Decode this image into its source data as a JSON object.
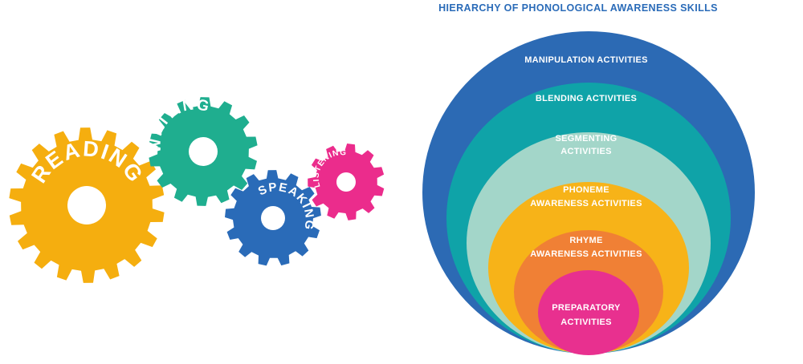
{
  "colors": {
    "reading": "#F5AE0F",
    "writing": "#1FAE8F",
    "speaking": "#2A6BB8",
    "listening": "#EB2C8C",
    "title": "#2A6BB8",
    "ring_manipulation": "#2C6AB4",
    "ring_blending": "#0FA3A8",
    "ring_segmenting": "#A3D6C9",
    "ring_phoneme": "#F7B318",
    "ring_rhyme": "#F08035",
    "ring_preparatory": "#E8308F"
  },
  "gears": {
    "reading": "READING",
    "writing": "WRITING",
    "speaking": "SPEAKING",
    "listening": "LISTENING"
  },
  "hierarchy": {
    "title": "HIERARCHY OF PHONOLOGICAL AWARENESS SKILLS",
    "manipulation": "MANIPULATION ACTIVITIES",
    "blending": "BLENDING ACTIVITIES",
    "segmenting_line1": "SEGMENTING",
    "segmenting_line2": "ACTIVITIES",
    "phoneme_line1": "PHONEME",
    "phoneme_line2": "AWARENESS ACTIVITIES",
    "rhyme_line1": "RHYME",
    "rhyme_line2": "AWARENESS ACTIVITIES",
    "preparatory_line1": "PREPARATORY",
    "preparatory_line2": "ACTIVITIES"
  }
}
